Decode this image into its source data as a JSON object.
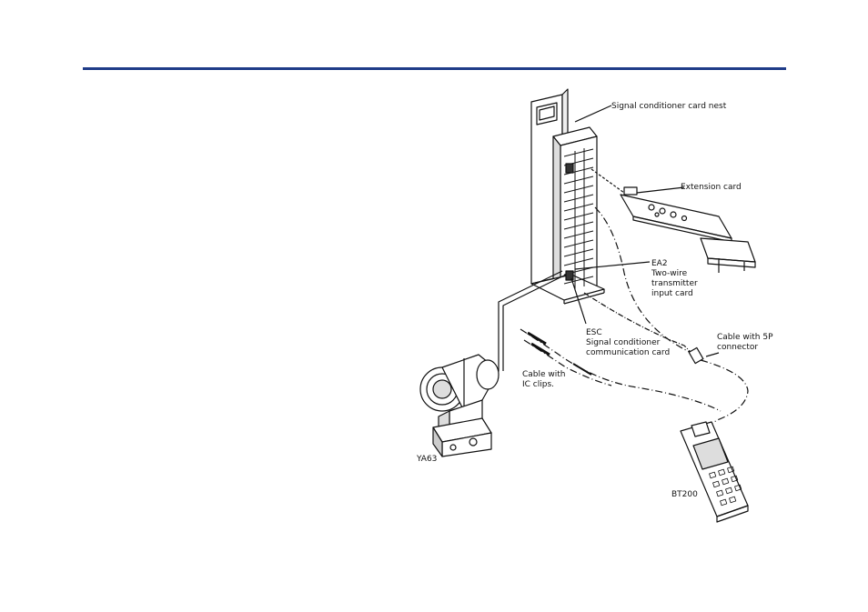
{
  "colors": {
    "header_rule": "#1f3c88",
    "line": "#111111"
  },
  "labels": {
    "card_nest": "Signal conditioner card nest",
    "extension_card": "Extension card",
    "ea2_code": "EA2",
    "ea2_line1": "Two-wire",
    "ea2_line2": "transmitter",
    "ea2_line3": "input card",
    "esc_code": "ESC",
    "esc_line1": "Signal conditioner",
    "esc_line2": "communication card",
    "cable5p_line1": "Cable with 5P",
    "cable5p_line2": "connector",
    "cableic_line1": "Cable with",
    "cableic_line2": "IC clips.",
    "ya63": "YA63",
    "bt200": "BT200"
  }
}
